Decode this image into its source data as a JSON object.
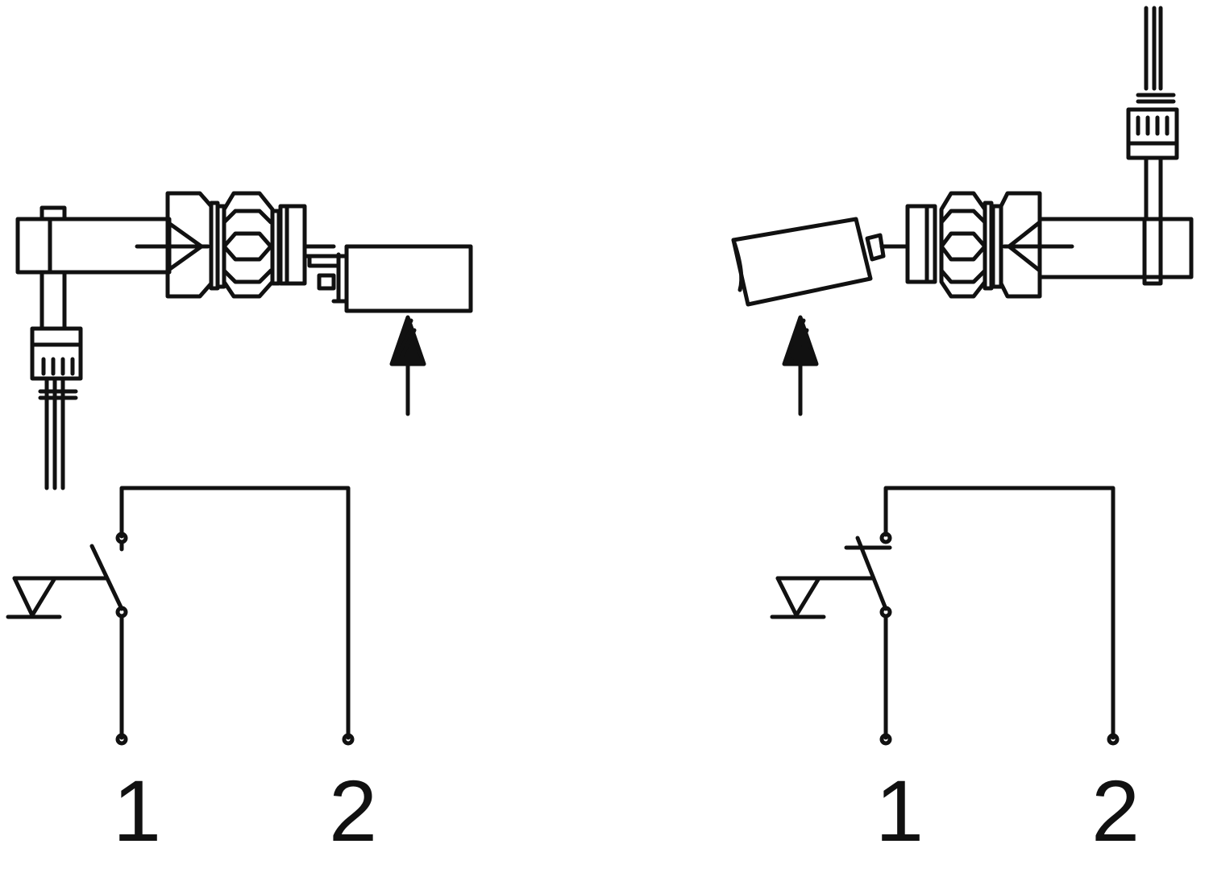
{
  "colors": {
    "stroke": "#111111",
    "background": "#ffffff"
  },
  "left_diagram": {
    "terminal_1": "1",
    "terminal_2": "2",
    "contact_type": "normally-open"
  },
  "right_diagram": {
    "terminal_1": "1",
    "terminal_2": "2",
    "contact_type": "normally-closed"
  }
}
